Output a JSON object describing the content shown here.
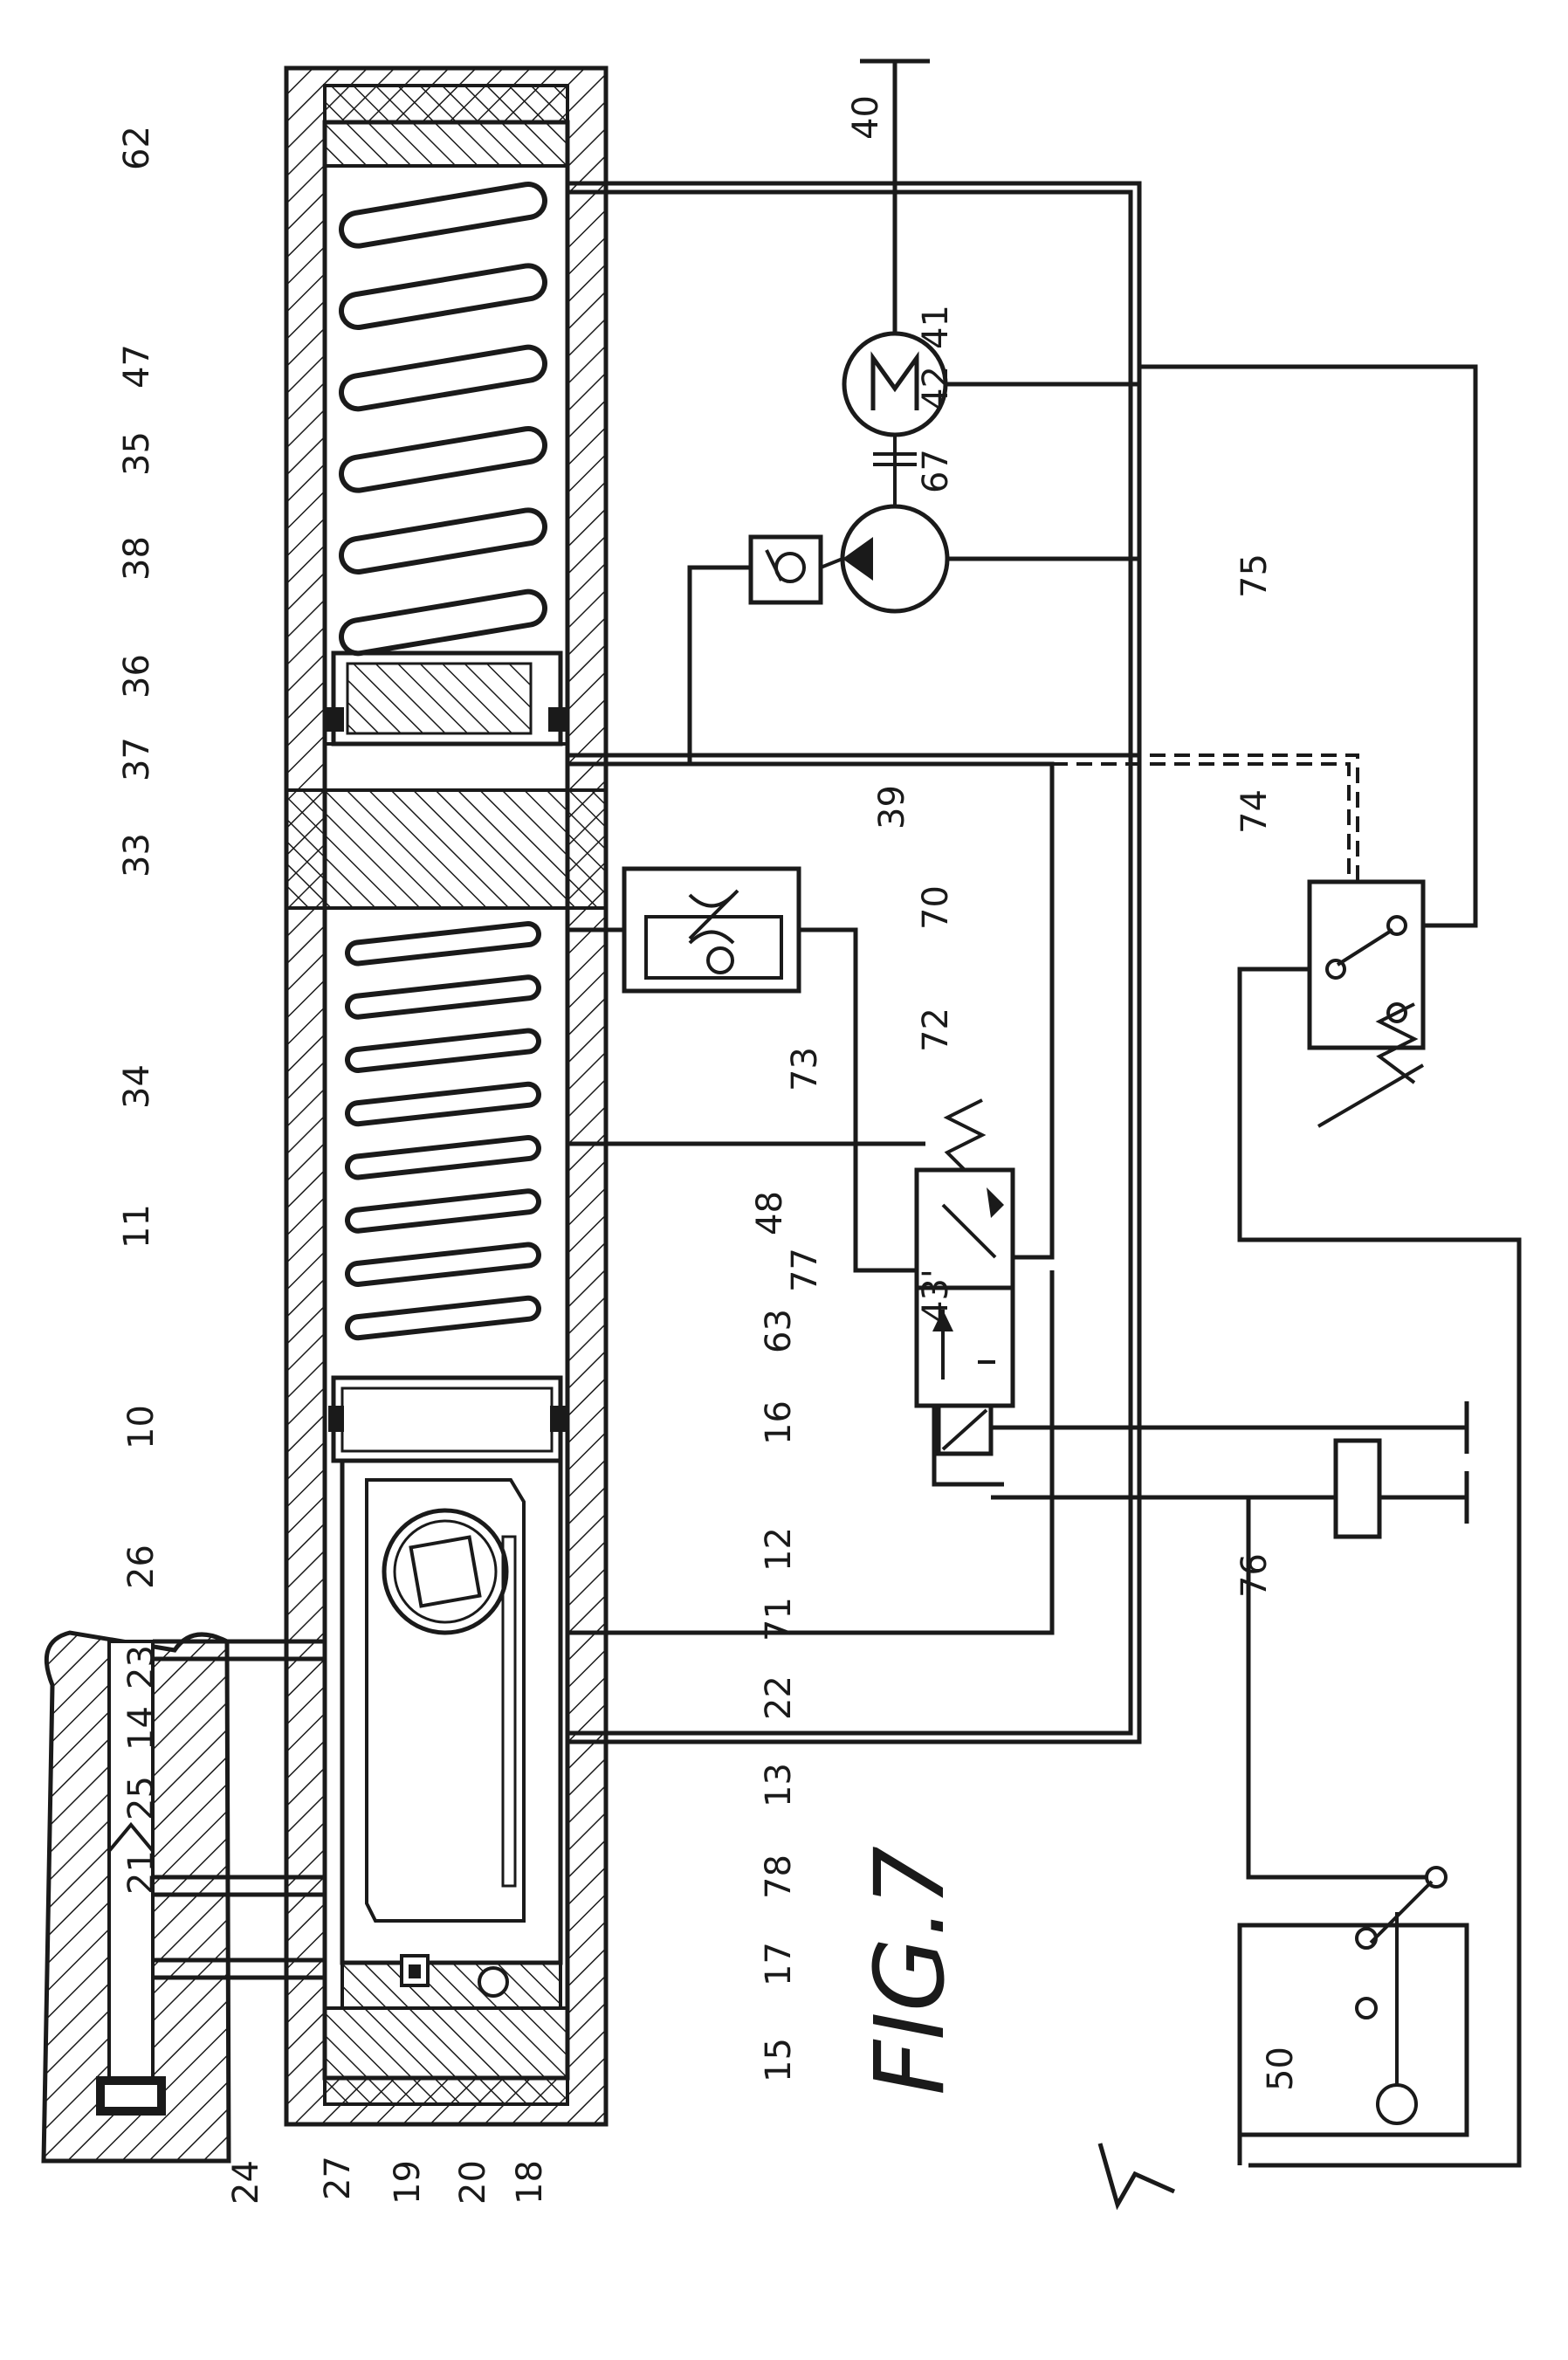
{
  "figure": {
    "title": "FIG.7"
  },
  "labels": {
    "l40": "40",
    "l62": "62",
    "l41": "41",
    "l42": "42",
    "l47": "47",
    "l67": "67",
    "l35": "35",
    "l38": "38",
    "l75": "75",
    "l36": "36",
    "l37": "37",
    "l39": "39",
    "l33": "33",
    "l74": "74",
    "l70": "70",
    "l72": "72",
    "l73": "73",
    "l34": "34",
    "l11": "11",
    "l48": "48",
    "l77": "77",
    "l63": "63",
    "l43": "43'",
    "l10": "10",
    "l16": "16",
    "l26": "26",
    "l12": "12",
    "l71": "71",
    "l23": "23",
    "l14": "14",
    "l22": "22",
    "l13": "13",
    "l76": "76",
    "l78": "78",
    "l25": "25",
    "l17": "17",
    "l21": "21",
    "l15": "15",
    "l50": "50",
    "l24": "24",
    "l27": "27",
    "l19": "19",
    "l20": "20",
    "l18": "18"
  }
}
